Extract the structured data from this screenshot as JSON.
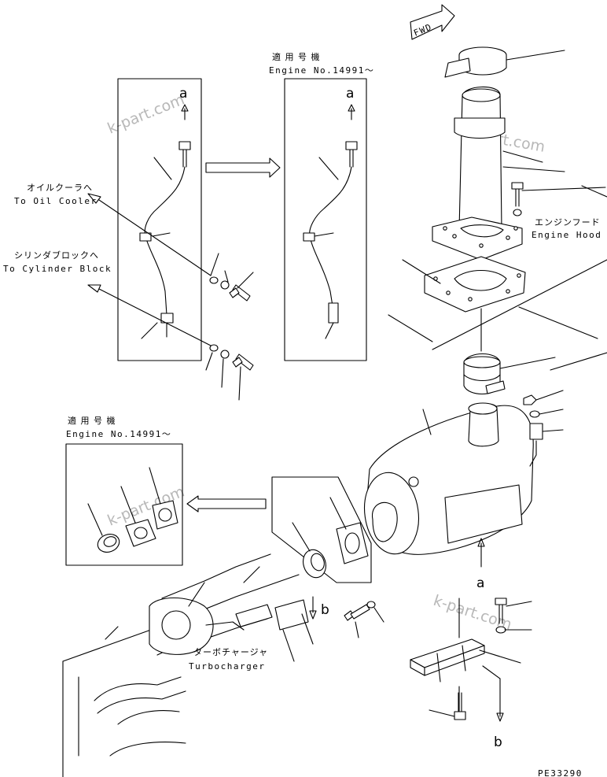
{
  "labels": {
    "fwd": "FWD",
    "applicable_jp_top": "適 用 号 機",
    "applicable_en_top": "Engine No.14991～",
    "applicable_jp_left": "適 用 号 機",
    "applicable_en_left": "Engine No.14991～",
    "oil_cooler_jp": "オイルクーラへ",
    "oil_cooler_en": "To Oil Cooler",
    "cylinder_block_jp": "シリンダブロックへ",
    "cylinder_block_en": "To Cylinder Block",
    "engine_hood_jp": "エンジンフード",
    "engine_hood_en": "Engine Hood",
    "turbo_jp": "ターボチャージャ",
    "turbo_en": "Turbocharger",
    "ref_a1": "a",
    "ref_a2": "a",
    "ref_a3": "a",
    "ref_b1": "b",
    "ref_b2": "b",
    "part_code": "PE33290"
  },
  "watermark": "k-part.com",
  "colors": {
    "line": "#000000",
    "watermark": "#b8b8b8",
    "background": "#ffffff"
  }
}
